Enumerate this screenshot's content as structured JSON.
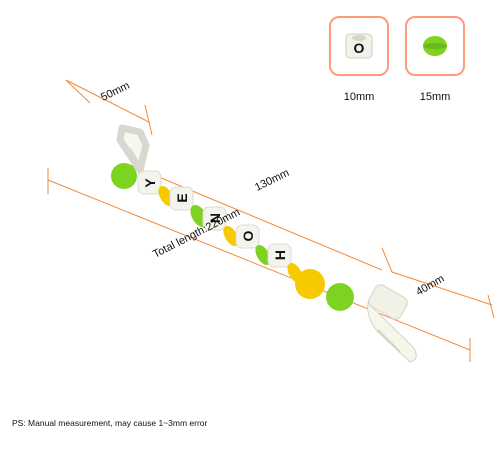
{
  "thumbnails": [
    {
      "label": "10mm",
      "letter": "O",
      "icon": "letter-bead-icon"
    },
    {
      "label": "15mm",
      "icon": "green-round-bead-icon"
    }
  ],
  "measurements": {
    "m50": "50mm",
    "m130": "130mm",
    "m40": "40mm",
    "total": "Total length:220mm"
  },
  "letters": [
    "Y",
    "E",
    "N",
    "O",
    "H"
  ],
  "note": "PS: Manual measurement, may cause 1~3mm error",
  "colors": {
    "measure_line": "#f08a3c",
    "bead_green": "#7ed321",
    "bead_yellow": "#f7c900",
    "bead_white": "#f4f4ee",
    "thumb_border": "#ff9a7a"
  }
}
